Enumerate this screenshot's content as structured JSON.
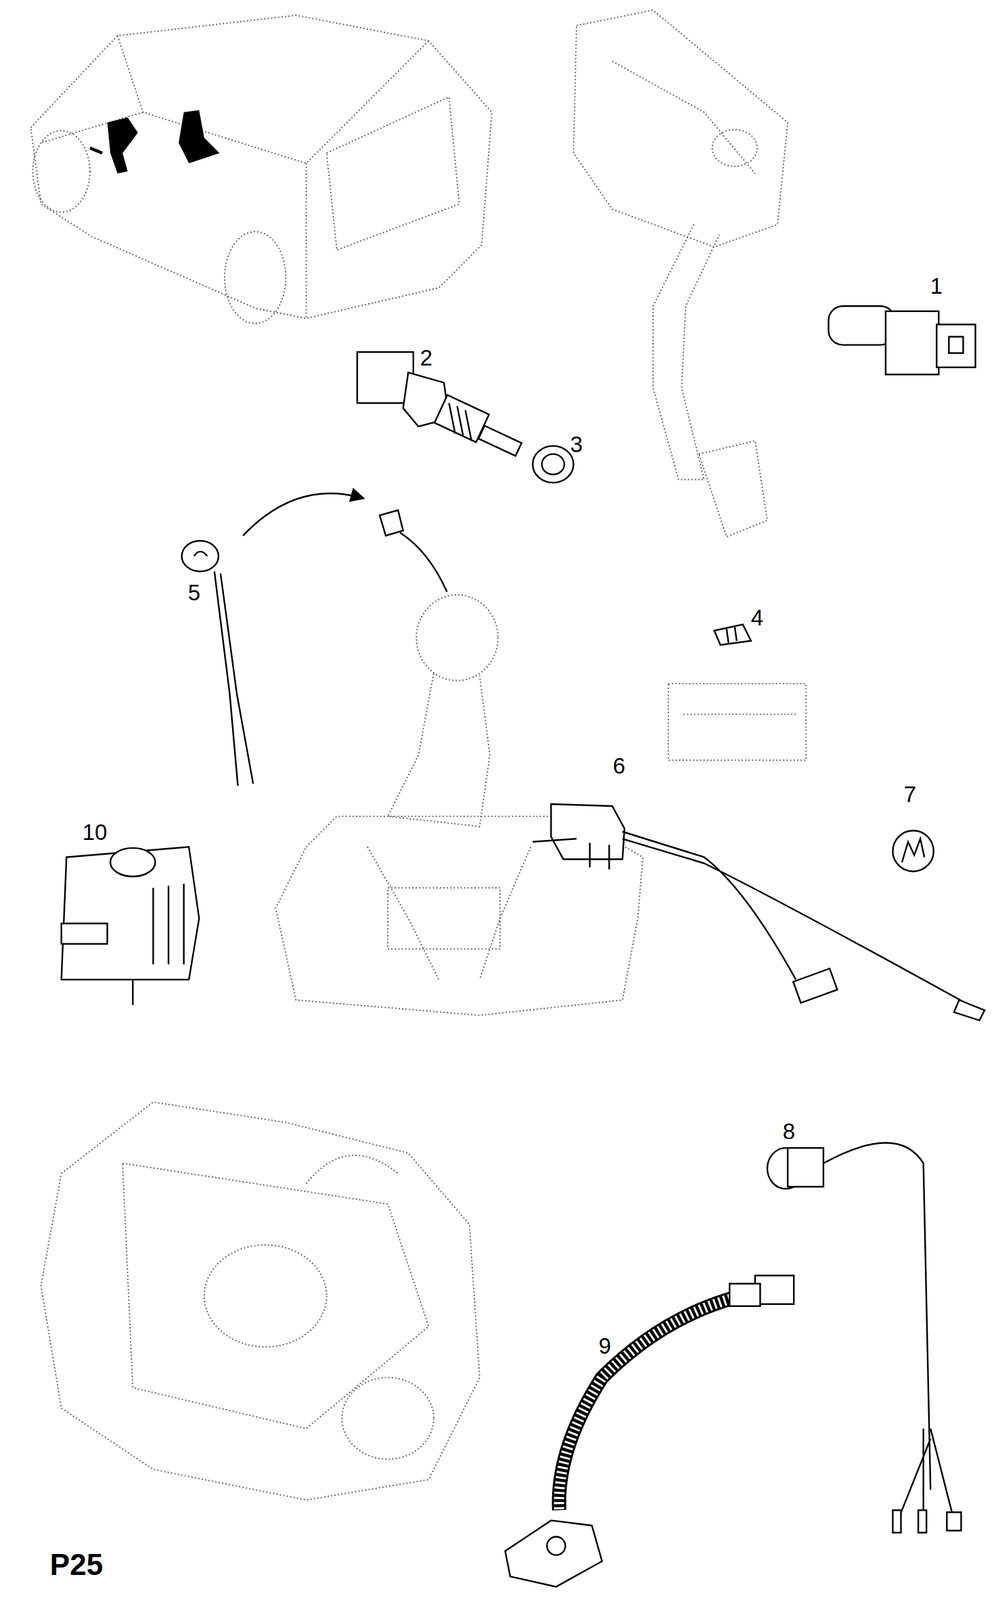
{
  "diagram": {
    "labels": [
      "1",
      "2",
      "3",
      "4",
      "5",
      "6",
      "7",
      "8",
      "9",
      "10",
      "P25"
    ]
  }
}
